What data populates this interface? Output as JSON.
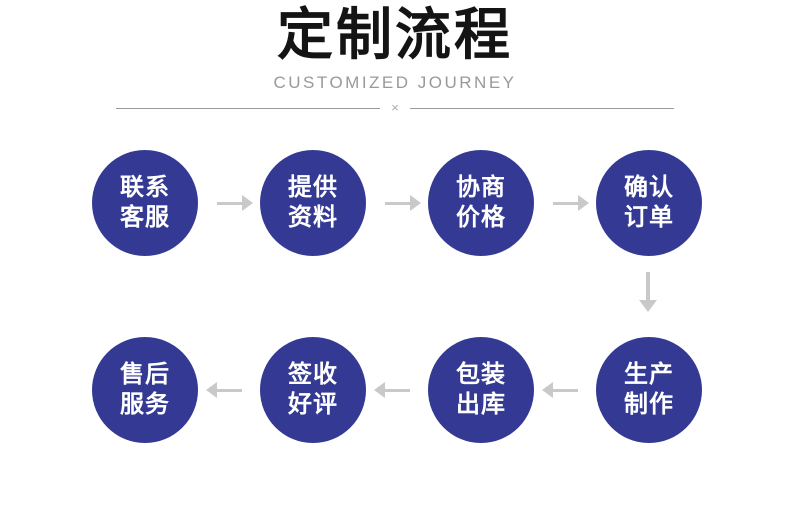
{
  "header": {
    "title": "定制流程",
    "subtitle": "CUSTOMIZED JOURNEY",
    "divider_mark": "×"
  },
  "colors": {
    "circle_fill": "#343a94",
    "circle_text": "#ffffff",
    "arrow": "#c9c9c9",
    "title_text": "#141414",
    "subtitle_text": "#999999",
    "divider_line": "#9b9b9b"
  },
  "flow": {
    "row1": {
      "direction": "left-to-right",
      "steps": [
        {
          "line1": "联系",
          "line2": "客服"
        },
        {
          "line1": "提供",
          "line2": "资料"
        },
        {
          "line1": "协商",
          "line2": "价格"
        },
        {
          "line1": "确认",
          "line2": "订单"
        }
      ]
    },
    "row2": {
      "direction": "right-to-left",
      "steps": [
        {
          "line1": "售后",
          "line2": "服务"
        },
        {
          "line1": "签收",
          "line2": "好评"
        },
        {
          "line1": "包装",
          "line2": "出库"
        },
        {
          "line1": "生产",
          "line2": "制作"
        }
      ]
    }
  }
}
